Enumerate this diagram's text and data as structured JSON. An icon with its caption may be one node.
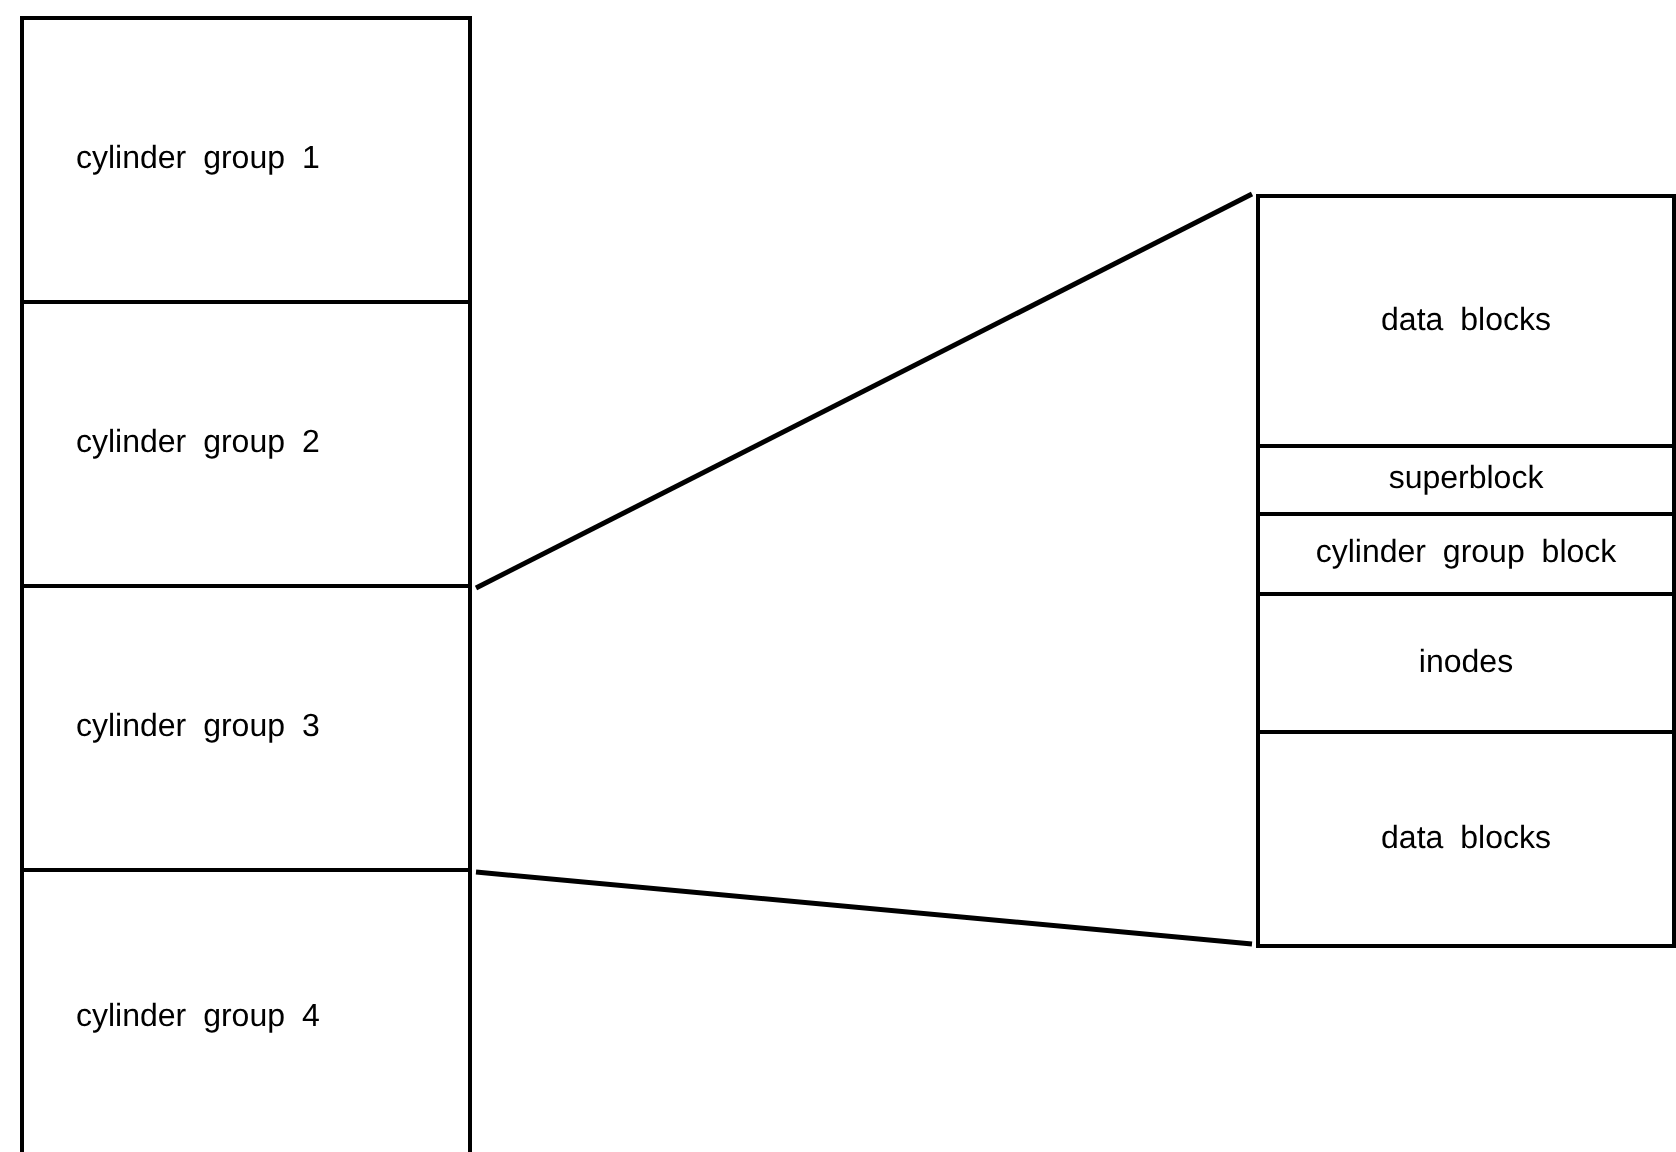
{
  "diagram": {
    "nodes": [
      {
        "text": [
          "cylinder group 1"
        ]
      },
      {
        "text": [
          "cylinder group 2"
        ]
      },
      {
        "text": [
          "cylinder group 3"
        ]
      },
      {
        "text": [
          "cylinder group 4"
        ]
      },
      {
        "text": [],
        "shape": "box"
      },
      {
        "text": [
          "data blocks"
        ],
        "in": 4
      },
      {
        "text": [
          "superblock"
        ],
        "in": 4
      },
      {
        "text": [
          "cylinder group block"
        ],
        "in": 4
      },
      {
        "text": [
          "inodes"
        ],
        "in": 4
      },
      {
        "text": [
          "data blocks"
        ],
        "in": 4
      }
    ],
    "edges": [
      {
        "from": 2,
        "to": 4,
        "arrow": "none"
      },
      {
        "from": 2,
        "to": 4,
        "arrow": "none"
      }
    ]
  }
}
